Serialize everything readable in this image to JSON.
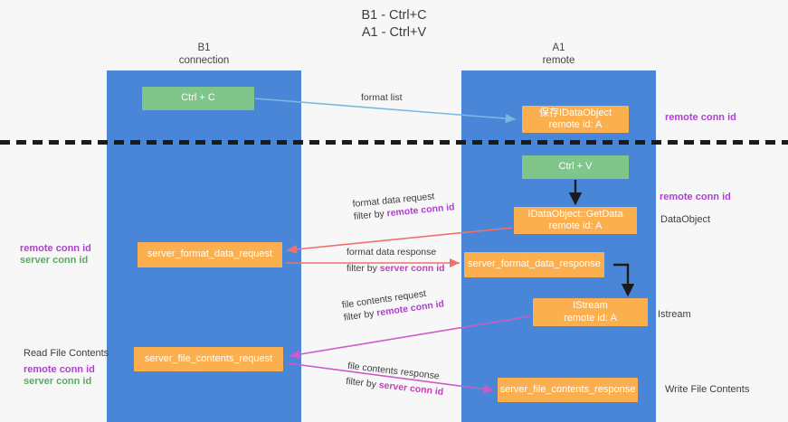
{
  "title": {
    "line1": "B1 - Ctrl+C",
    "line2": "A1 - Ctrl+V"
  },
  "columns": {
    "left": {
      "name": "B1",
      "role": "connection"
    },
    "right": {
      "name": "A1",
      "role": "remote"
    }
  },
  "colors": {
    "lane": "#4a86d8",
    "green_box": "#80c58a",
    "orange_box": "#fbaf4f",
    "purple_text": "#b040d0",
    "green_text": "#5aab62",
    "magenta_text": "#c33fbb",
    "arrow_light_blue": "#7bb8e0",
    "arrow_red": "#f0706a",
    "arrow_magenta": "#cc5bc8",
    "arrow_black": "#1b1b1b",
    "divider": "#1b1b1b",
    "background": "#f7f7f7"
  },
  "boxes": {
    "ctrl_c": "Ctrl + C",
    "dataobject": {
      "line1": "保存IDataObject",
      "line2": "remote id: A"
    },
    "ctrl_v": "Ctrl + V",
    "getdata": {
      "line1": "IDataObject::GetData",
      "line2": "remote id: A"
    },
    "server_format_data_request": "server_format_data_request",
    "server_format_data_response": "server_format_data_response",
    "istream": {
      "line1": "IStream",
      "line2": "remote id: A"
    },
    "server_file_contents_request": "server_file_contents_request",
    "server_file_contents_response": "server_file_contents_response"
  },
  "edge_labels": {
    "format_list": "format list",
    "format_data_request": {
      "line1": "format data request",
      "prefix": "filter by ",
      "key": "remote conn id"
    },
    "format_data_response": {
      "line1": "format data response",
      "prefix": "filter by ",
      "key": "server conn id"
    },
    "file_contents_request": {
      "line1": "file contents request",
      "prefix": "filter by ",
      "key": "remote conn id"
    },
    "file_contents_response": {
      "line1": "file contents response",
      "prefix": "filter by ",
      "key": "server conn id"
    }
  },
  "annotations": {
    "right_top_remote_conn_id": "remote conn id",
    "right_mid_remote_conn_id": "remote conn id",
    "right_dataobject": "DataObject",
    "right_istream": "Istream",
    "right_write_file_contents": "Write File Contents",
    "left_mid_remote_conn_id": "remote conn id",
    "left_mid_server_conn_id": "server conn id",
    "left_read_file_contents": "Read File Contents",
    "left_bot_remote_conn_id": "remote conn id",
    "left_bot_server_conn_id": "server conn id"
  }
}
